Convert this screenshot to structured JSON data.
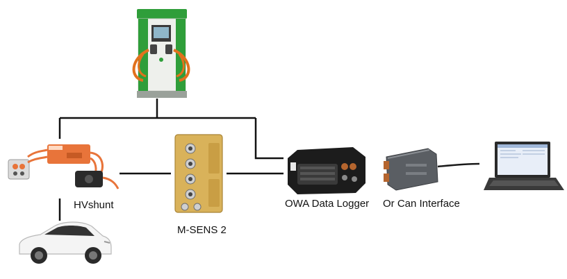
{
  "labels": {
    "hvshunt": "HVshunt",
    "msens": "M-SENS 2",
    "logger": "OWA Data Logger",
    "can": "Or Can Interface"
  },
  "colors": {
    "line": "#111111",
    "charger_green": "#2f9e3a",
    "charger_body": "#eef0ec",
    "cable_orange": "#e2711d",
    "shunt_orange": "#e8743a",
    "msens_gold": "#d9b25a",
    "logger_black": "#1c1c1c",
    "can_grey": "#5a5e63",
    "laptop_dark": "#2a2a2a",
    "screen_blue": "#e8eef8",
    "car_white": "#f4f4f4"
  },
  "icons": [
    "ev-charger-icon",
    "hv-shunt-icon",
    "car-icon",
    "m-sens-module-icon",
    "data-logger-icon",
    "can-interface-icon",
    "laptop-icon"
  ]
}
